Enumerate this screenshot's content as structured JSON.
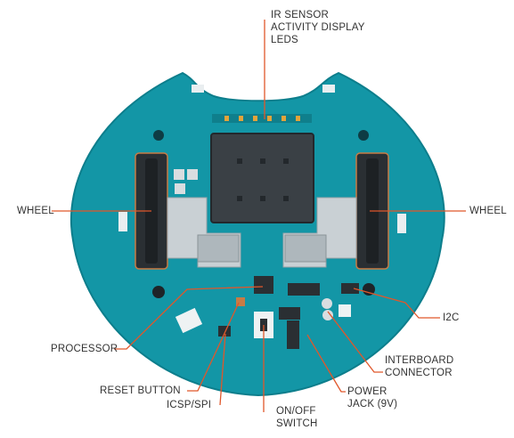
{
  "labels": {
    "ir_sensor": [
      "IR SENSOR",
      "ACTIVITY DISPLAY",
      "LEDS"
    ],
    "wheel_left": "WHEEL",
    "wheel_right": "WHEEL",
    "i2c": "I2C",
    "processor": "PROCESSOR",
    "interboard": [
      "INTERBOARD",
      "CONNECTOR"
    ],
    "reset": "RESET BUTTON",
    "icsp": "ICSP/SPI",
    "onoff": [
      "ON/OFF",
      "SWITCH"
    ],
    "power": [
      "POWER",
      "JACK (9V)"
    ]
  },
  "colors": {
    "board": "#1396a6",
    "board_dark": "#0d7e8c",
    "leader": "#e0572b",
    "label_text": "#333333",
    "component_dark": "#2a2f33",
    "wheel_gray": "#c5ccd0"
  }
}
